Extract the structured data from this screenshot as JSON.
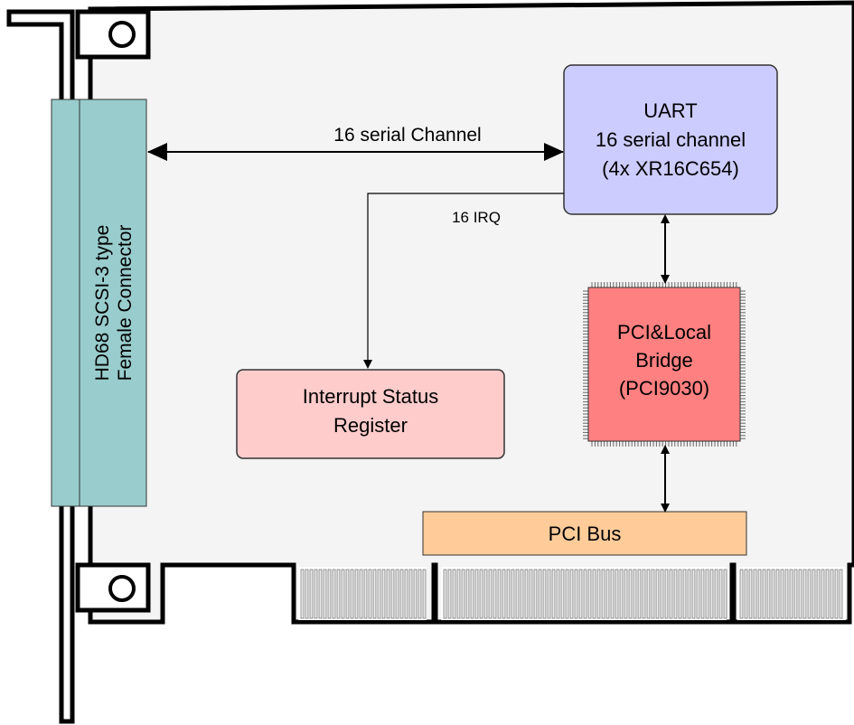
{
  "connector": {
    "line1": "HD68 SCSI-3 type",
    "line2": "Female Connector"
  },
  "uart": {
    "line1": "UART",
    "line2": "16 serial channel",
    "line3": "(4x XR16C654)"
  },
  "bridge": {
    "line1": "PCI&Local",
    "line2": "Bridge",
    "line3": "(PCI9030)"
  },
  "isr": {
    "line1": "Interrupt Status",
    "line2": "Register"
  },
  "pci_bus": {
    "label": "PCI Bus"
  },
  "links": {
    "serial_label": "16 serial Channel",
    "irq_label": "16 IRQ"
  },
  "colors": {
    "board": "#f4f4f4",
    "connector": "#99cccc",
    "uart": "#ccccff",
    "bridge": "#ff8080",
    "isr": "#ffcccc",
    "pci_bus": "#ffcc99",
    "outline": "#000000"
  }
}
